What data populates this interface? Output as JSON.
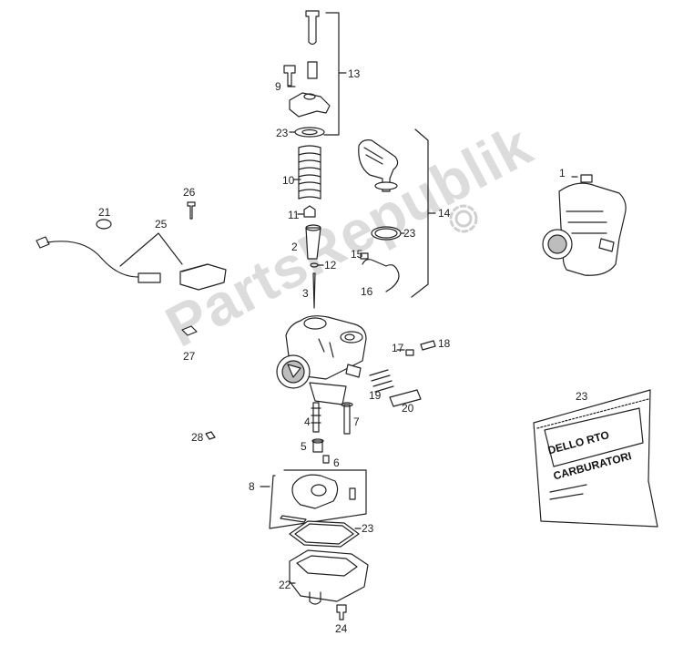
{
  "watermark": "PartsRepublik",
  "bag": {
    "line1": "DELLO RTO",
    "line2": "CARBURATORI"
  },
  "labels": {
    "l1": "1",
    "l2": "2",
    "l3": "3",
    "l4": "4",
    "l5": "5",
    "l6": "6",
    "l7": "7",
    "l8": "8",
    "l9": "9",
    "l10": "10",
    "l11": "11",
    "l12": "12",
    "l13": "13",
    "l14": "14",
    "l15": "15",
    "l16": "16",
    "l17": "17",
    "l18": "18",
    "l19": "19",
    "l20": "20",
    "l21": "21",
    "l22": "22",
    "l23a": "23",
    "l23b": "23",
    "l23c": "23",
    "l23d": "23",
    "l24": "24",
    "l25": "25",
    "l26": "26",
    "l27": "27",
    "l28": "28"
  },
  "colors": {
    "line": "#222222",
    "fill": "#ffffff",
    "shade": "#bdbdbd",
    "watermark": "#dcdcdc"
  }
}
